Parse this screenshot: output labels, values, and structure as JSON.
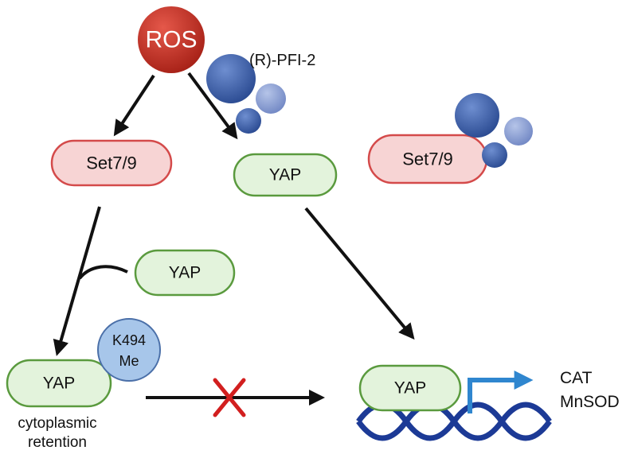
{
  "nodes": {
    "ros": "ROS",
    "pfi_label": "(R)-PFI-2",
    "set79_left": "Set7/9",
    "set79_right": "Set7/9",
    "yap_top": "YAP",
    "yap_side": "YAP",
    "yap_cyto": "YAP",
    "yap_nucleus": "YAP",
    "methyl_line1": "K494",
    "methyl_line2": "Me"
  },
  "labels": {
    "cyto_line1": "cytoplasmic",
    "cyto_line2": "retention",
    "gene1": "CAT",
    "gene2": "MnSOD"
  },
  "colors": {
    "ros_fill": "#c0392b",
    "set79_fill": "#f7d4d4",
    "set79_stroke": "#d44a4a",
    "yap_fill": "#e3f3dc",
    "yap_stroke": "#5a9a3e",
    "methyl_fill": "#a7c6ea",
    "methyl_stroke": "#4a6fa8",
    "inhibitor_blue": "#3d5fa5",
    "inhibitor_light": "#8ea3d6",
    "promoter_arrow": "#2f86cf",
    "dna": "#1c3a96",
    "block_x": "#d21f1f"
  }
}
